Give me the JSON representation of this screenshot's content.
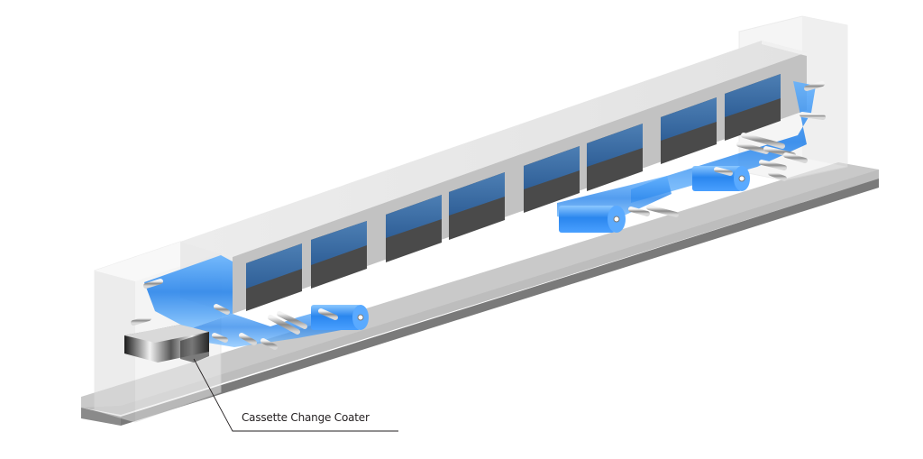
{
  "diagram": {
    "subject": "Roll-to-roll coating line (isometric illustration)",
    "callouts": [
      {
        "label": "Cassette Change Coater",
        "points_to": "cassette coater unit at left end"
      }
    ],
    "components": [
      "base-platform",
      "drying-oven-housing",
      "oven-window-panels",
      "film-web",
      "unwind-roll",
      "rewind-rolls",
      "guide-rollers",
      "transparent-end-enclosures",
      "cassette-coater-head"
    ],
    "oven_window_count": 8,
    "colors": {
      "web_blue": "#2e8cf0",
      "window_blue": "#3a6aa0",
      "window_dark": "#4a4a4a",
      "housing_light": "#e6e6e6",
      "housing_side": "#bdbdbd",
      "platform_top": "#c7c7c7",
      "platform_edge": "#7d7d7d",
      "callout_line": "#231f20"
    }
  }
}
